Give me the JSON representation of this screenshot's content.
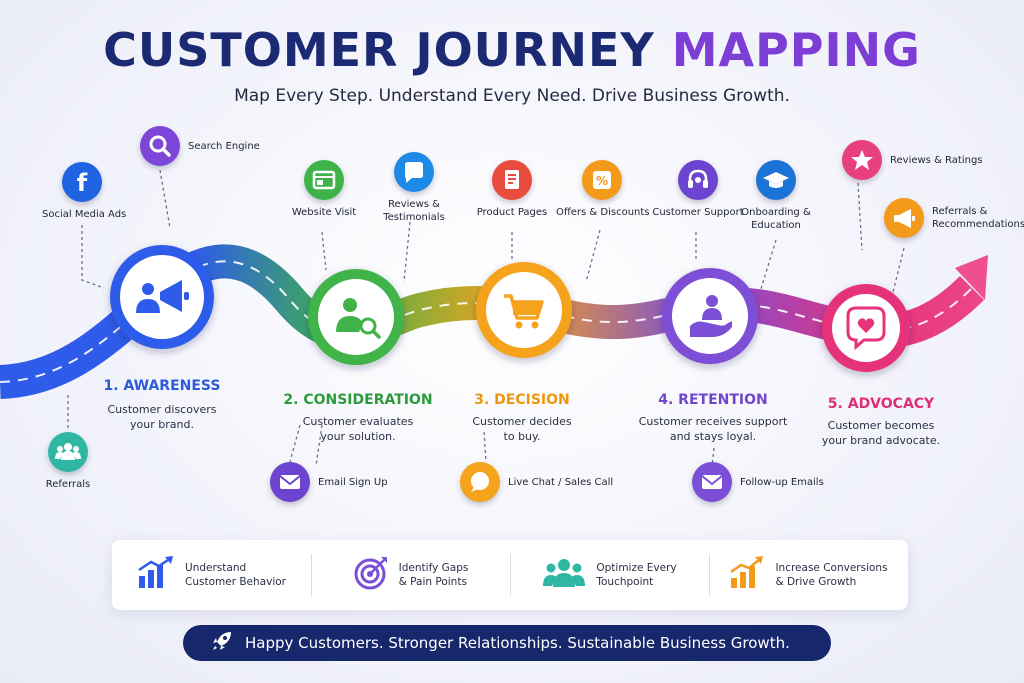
{
  "title": {
    "part1": "CUSTOMER JOURNEY",
    "part2": "MAPPING"
  },
  "subtitle": "Map Every Step. Understand Every Need. Drive Business Growth.",
  "colors": {
    "navy": "#1c2a73",
    "purple": "#7d3ed6",
    "awareness": "#2f5bea",
    "consideration": "#3fb34a",
    "decision": "#f5a21d",
    "retention": "#7b4fd6",
    "advocacy": "#e6337a"
  },
  "stages": [
    {
      "title": "1. AWARENESS",
      "desc1": "Customer discovers",
      "desc2": "your brand.",
      "color": "#2d5ad8",
      "icon": "megaphone-user-icon"
    },
    {
      "title": "2. CONSIDERATION",
      "desc1": "Customer evaluates",
      "desc2": "your solution.",
      "color": "#2d9a3e",
      "icon": "user-search-icon"
    },
    {
      "title": "3. DECISION",
      "desc1": "Customer decides",
      "desc2": "to buy.",
      "color": "#f0960e",
      "icon": "shopping-cart-icon"
    },
    {
      "title": "4. RETENTION",
      "desc1": "Customer receives support",
      "desc2": "and stays loyal.",
      "color": "#7046cf",
      "icon": "hand-user-icon"
    },
    {
      "title": "5. ADVOCACY",
      "desc1": "Customer becomes",
      "desc2": "your brand advocate.",
      "color": "#df2f74",
      "icon": "heart-chat-icon"
    }
  ],
  "touchpoints": {
    "social_media_ads": "Social Media Ads",
    "search_engine": "Search Engine",
    "referrals": "Referrals",
    "website_visit": "Website Visit",
    "reviews_testimonials_1": "Reviews &",
    "reviews_testimonials_2": "Testimonials",
    "email_sign_up": "Email Sign Up",
    "product_pages": "Product Pages",
    "offers_discounts": "Offers & Discounts",
    "live_chat": "Live Chat / Sales Call",
    "customer_support": "Customer Support",
    "onboarding_1": "Onboarding &",
    "onboarding_2": "Education",
    "follow_up_emails": "Follow-up Emails",
    "reviews_ratings": "Reviews & Ratings",
    "referrals_rec_1": "Referrals &",
    "referrals_rec_2": "Recommendations"
  },
  "benefits": [
    {
      "line1": "Understand",
      "line2": "Customer Behavior",
      "icon": "bar-growth-icon"
    },
    {
      "line1": "Identify Gaps",
      "line2": "& Pain Points",
      "icon": "target-icon"
    },
    {
      "line1": "Optimize Every",
      "line2": "Touchpoint",
      "icon": "users-group-icon"
    },
    {
      "line1": "Increase Conversions",
      "line2": "& Drive Growth",
      "icon": "chart-up-icon"
    }
  ],
  "footer": {
    "text": "Happy Customers. Stronger Relationships. Sustainable Business Growth.",
    "icon": "rocket-icon"
  }
}
